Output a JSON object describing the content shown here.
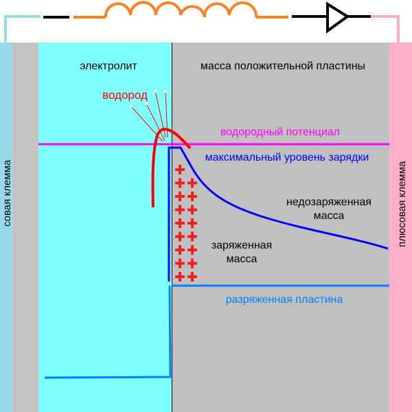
{
  "title": "Lead-acid battery positive plate charging diagram",
  "labels": {
    "electrolyte": "электролит",
    "positive_mass": "масса положительной пластины",
    "hydrogen": "водород",
    "hydrogen_potential": "водородный потенциал",
    "max_charge_level": "максимальный уровень зарядки",
    "undercharged_mass_line1": "недозаряженная",
    "undercharged_mass_line2": "масса",
    "charged_mass_line1": "заряженная",
    "charged_mass_line2": "масса",
    "discharged_plate": "разряженная пластина",
    "negative_terminal": "совая клемма",
    "positive_terminal": "плюсовая клемма"
  },
  "circuit": {
    "components": [
      "wire-negative",
      "resistor",
      "inductor-coil",
      "wire",
      "diode",
      "wire-positive"
    ]
  },
  "charge_markers": {
    "symbol": "+",
    "rows": 9,
    "columns": 2
  },
  "colors": {
    "negative_terminal": "#99d9ea",
    "positive_terminal": "#ffaec9",
    "separator_gray": "#c3c3c3",
    "electrolyte": "#80ffff",
    "positive_mass": "#c0c0c0",
    "hydrogen": "#ff0000",
    "hydrogen_potential": "#ff00ff",
    "max_charge": "#0000ff",
    "discharged": "#0080ff",
    "coil": "#ff8020",
    "charge_plus": "#ee2020",
    "text_dark": "#000000"
  }
}
